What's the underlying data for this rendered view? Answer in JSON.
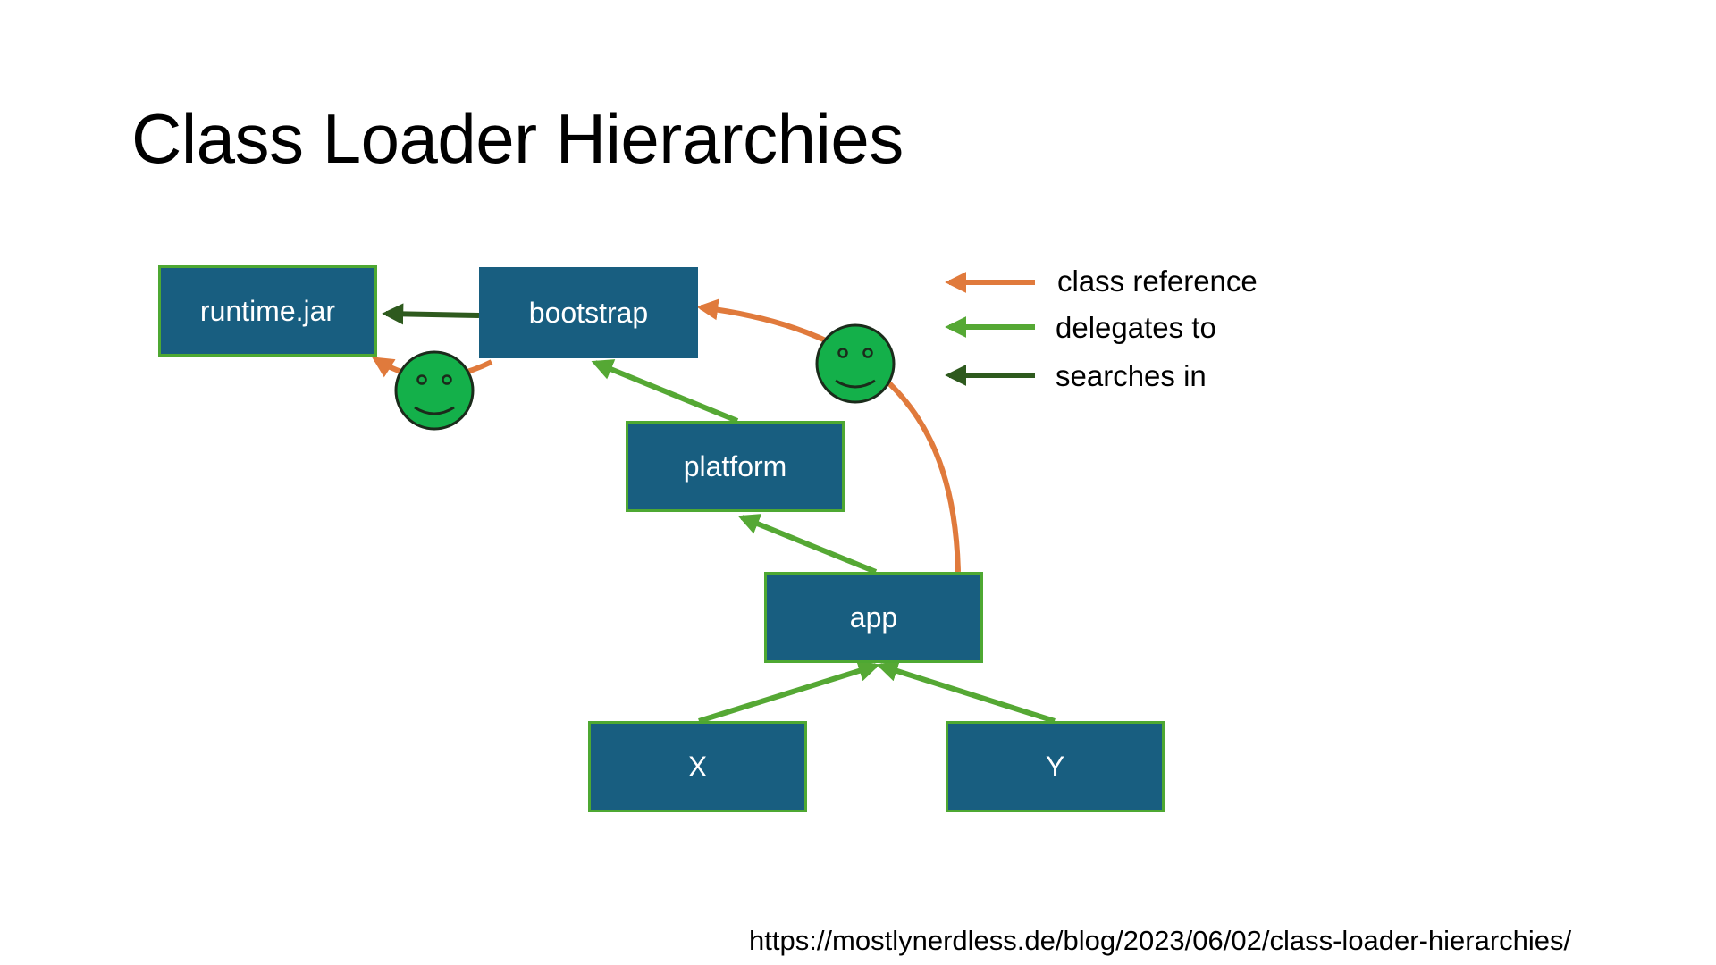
{
  "title": "Class Loader Hierarchies",
  "nodes": {
    "runtime_jar": "runtime.jar",
    "bootstrap": "bootstrap",
    "platform": "platform",
    "app": "app",
    "x": "X",
    "y": "Y"
  },
  "legend": {
    "class_reference": "class reference",
    "delegates_to": "delegates to",
    "searches_in": "searches in"
  },
  "colors": {
    "node_fill": "#185e80",
    "node_border": "#4ea832",
    "class_reference": "#e07a3c",
    "delegates_to": "#55a834",
    "searches_in": "#2e5a1e",
    "smiley": "#14b04a"
  },
  "url": "https://mostlynerdless.de/blog/2023/06/02/class-loader-hierarchies/"
}
